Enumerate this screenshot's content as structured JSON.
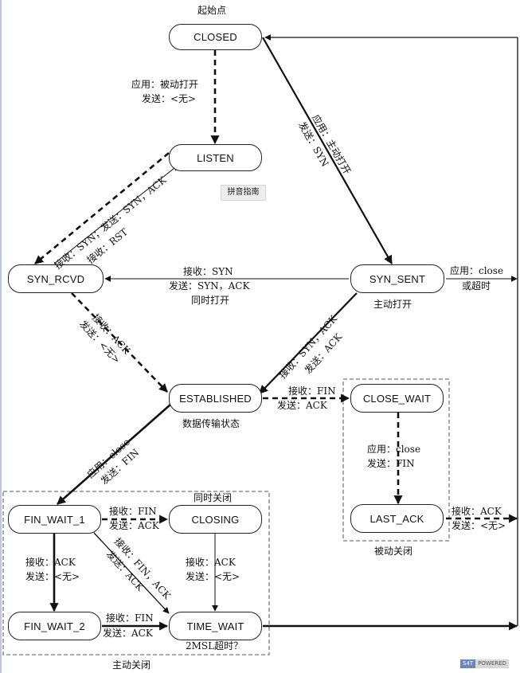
{
  "title": "起始点",
  "nodes": {
    "closed": "CLOSED",
    "listen": "LISTEN",
    "syn_rcvd": "SYN_RCVD",
    "syn_sent": "SYN_SENT",
    "established": "ESTABLISHED",
    "close_wait": "CLOSE_WAIT",
    "last_ack": "LAST_ACK",
    "fin_wait_1": "FIN_WAIT_1",
    "closing": "CLOSING",
    "fin_wait_2": "FIN_WAIT_2",
    "time_wait": "TIME_WAIT"
  },
  "labels": {
    "passive_open_1": "应用：被动打开",
    "passive_open_2": "发送：<无>",
    "active_open_1": "应用：主动打开",
    "active_open_2": "发送：SYN",
    "listen_syn_1": "接收：SYN；发送：SYN，ACK",
    "rst": "接收：RST",
    "simul_1": "接收：SYN",
    "simul_2": "发送：SYN，ACK",
    "simul_3": "同时打开",
    "timeout_1": "应用：close",
    "timeout_2": "或超时",
    "active_open_caption": "主动打开",
    "rcvd_est_1": "接收：ACK",
    "rcvd_est_2": "发送：<无>",
    "sent_est_1": "接收：SYN，ACK",
    "sent_est_2": "发送：ACK",
    "est_fin_1": "接收：FIN",
    "est_fin_2": "发送：ACK",
    "data_transfer": "数据传输状态",
    "close_wait_1": "应用：close",
    "close_wait_2": "发送：FIN",
    "last_ack_1": "接收：ACK",
    "last_ack_2": "发送：<无>",
    "passive_close": "被动关闭",
    "est_close_1": "应用：close",
    "est_close_2": "发送：FIN",
    "simul_close": "同时关闭",
    "fw1_closing_1": "接收：FIN",
    "fw1_closing_2": "发送：ACK",
    "fw1_fw2_1": "接收：ACK",
    "fw1_fw2_2": "发送：<无>",
    "fw1_tw_1": "接收：FIN，ACK",
    "fw1_tw_2": "发送：ACK",
    "closing_tw_1": "接收：ACK",
    "closing_tw_2": "发送：<无>",
    "fw2_tw_1": "接收：FIN",
    "fw2_tw_2": "发送：ACK",
    "msl": "2MSL超时？",
    "active_close": "主动关闭"
  },
  "pinyin_button": "拼音指南",
  "badge": {
    "left": "S4T",
    "right": "POWERED"
  }
}
